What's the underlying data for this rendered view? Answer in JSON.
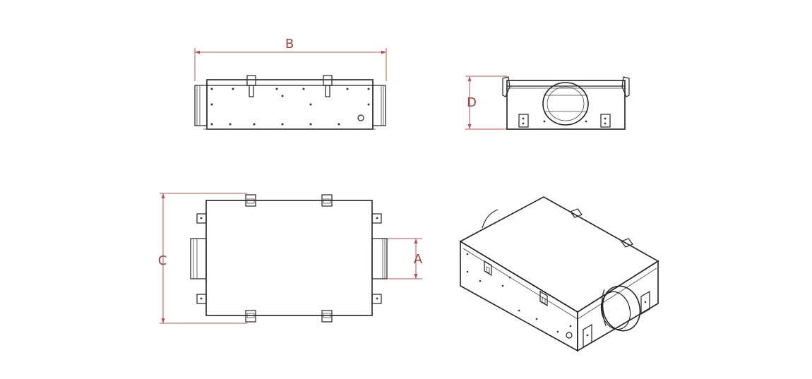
{
  "dimensions": {
    "A": "A",
    "B": "B",
    "C": "C",
    "D": "D"
  },
  "colors": {
    "dimension_line": "#c0504d",
    "dimension_text": "#a04040",
    "outline": "#222222"
  }
}
